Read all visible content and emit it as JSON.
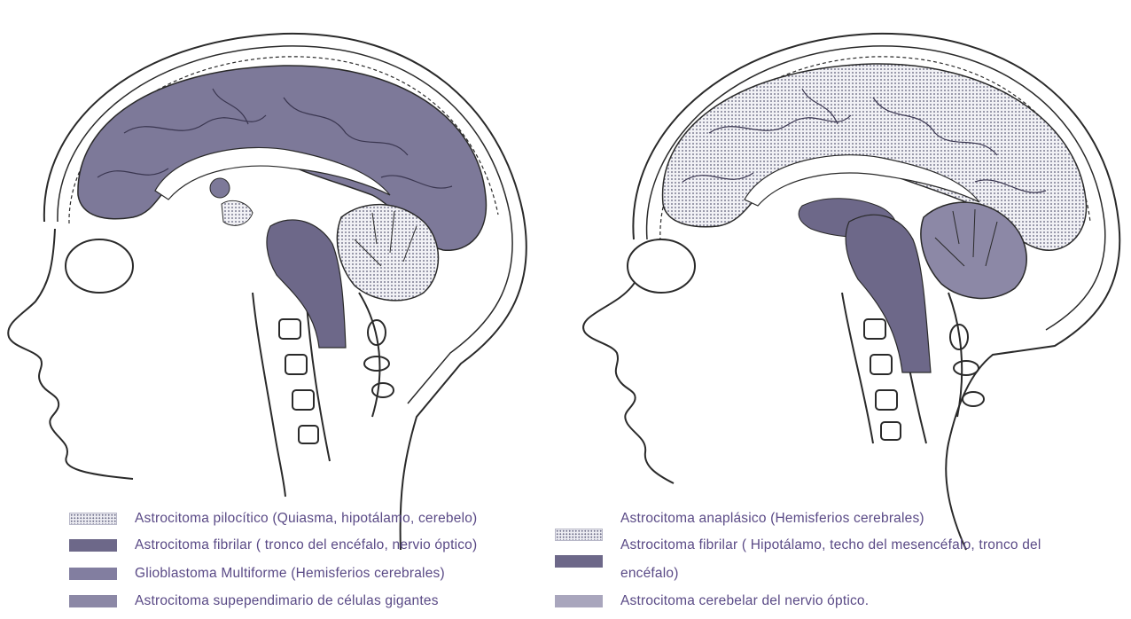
{
  "legend_left": [
    {
      "pattern": "dots",
      "text": "Astrocitoma pilocítico (Quiasma, hipotálamo, cerebelo)"
    },
    {
      "pattern": "dark",
      "text": "Astrocitoma fibrilar ( tronco del encéfalo, nervio óptico)"
    },
    {
      "pattern": "mid",
      "text": "Glioblastoma Multiforme (Hemisferios cerebrales)"
    },
    {
      "pattern": "light",
      "text": "Astrocitoma supependimario de células gigantes"
    }
  ],
  "legend_right": [
    {
      "pattern": "dots",
      "text": "Astrocitoma anaplásico (Hemisferios cerebrales)"
    },
    {
      "pattern": "dark",
      "text": "Astrocitoma fibrilar ( Hipotálamo, techo del mesencéfalo, tronco del"
    },
    {
      "pattern": "none",
      "text": "encéfalo)"
    },
    {
      "pattern": "pale",
      "text": "Astrocitoma cerebelar del nervio óptico."
    }
  ],
  "colors": {
    "tumor_dark": "#6d6889",
    "tumor_mid": "#827ea0",
    "dots_fill": "#ececf2",
    "text": "#5a4a86",
    "outline": "#2a2a2a"
  }
}
